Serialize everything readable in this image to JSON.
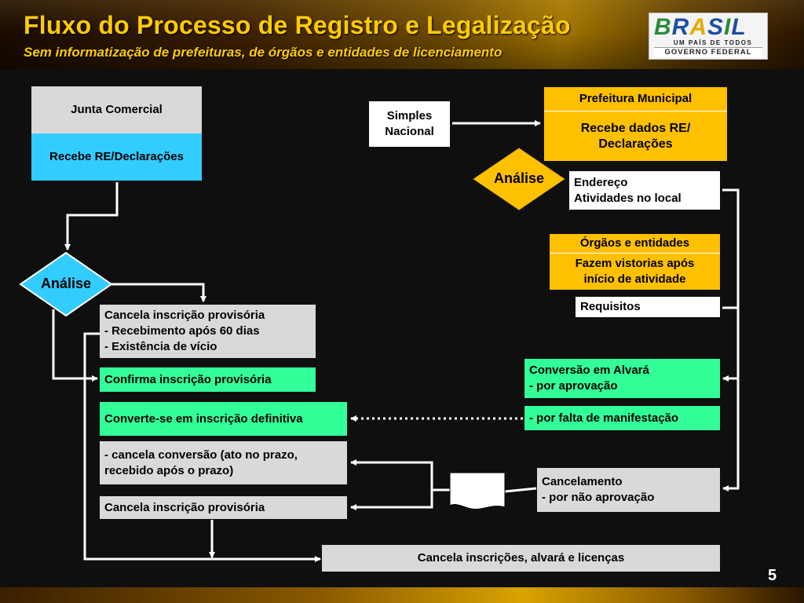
{
  "header": {
    "title": "Fluxo do Processo de Registro e Legalização",
    "subtitle": "Sem informatização de prefeituras, de órgãos e entidades de licenciamento"
  },
  "logo": {
    "letters": [
      "B",
      "R",
      "A",
      "S",
      "I",
      "L"
    ],
    "letter_colors": [
      "#2a8a3a",
      "#1e4fa0",
      "#e8a800",
      "#1e4fa0",
      "#2a8a3a",
      "#1e4fa0"
    ],
    "tagline": "UM PAÍS DE TODOS",
    "gov": "GOVERNO FEDERAL"
  },
  "left_column": {
    "junta": {
      "title": "Junta Comercial",
      "body": "Recebe RE/Declarações"
    },
    "analise": "Análise",
    "cancela_provisoria_1": [
      "Cancela inscrição provisória",
      "- Recebimento após 60 dias",
      "- Existência de vício"
    ],
    "confirma": "Confirma inscrição provisória",
    "converte": "Converte-se em inscrição definitiva",
    "cancela_conversao": [
      "- cancela conversão (ato no prazo,",
      "recebido após o prazo)"
    ],
    "cancela_provisoria_2": "Cancela inscrição provisória"
  },
  "right_column": {
    "simples": [
      "Simples",
      "Nacional"
    ],
    "prefeitura": {
      "title": "Prefeitura Municipal",
      "body": [
        "Recebe dados RE/",
        "Declarações"
      ]
    },
    "analise": "Análise",
    "endereco": [
      "Endereço",
      "Atividades no local"
    ],
    "orgaos": {
      "title": "Órgãos e entidades",
      "body": [
        "Fazem vistorias após",
        "início de atividade"
      ]
    },
    "requisitos": "Requisitos",
    "conversao": [
      "Conversão em Alvará",
      "- por aprovação"
    ],
    "falta": "- por falta de manifestação",
    "cancelamento": [
      "Cancelamento",
      "- por não aprovação"
    ]
  },
  "bottom": {
    "cancela_tudo": "Cancela inscrições, alvará e licenças"
  },
  "page_number": "5",
  "colors": {
    "title": "#ffcc00",
    "background": "#0f0f0f",
    "junta_body": "#33ccff",
    "prefeitura": "#ffc000",
    "green_boxes": "#33ff99",
    "gray_boxes": "#d9d9d9",
    "connector": "#ffffff"
  }
}
